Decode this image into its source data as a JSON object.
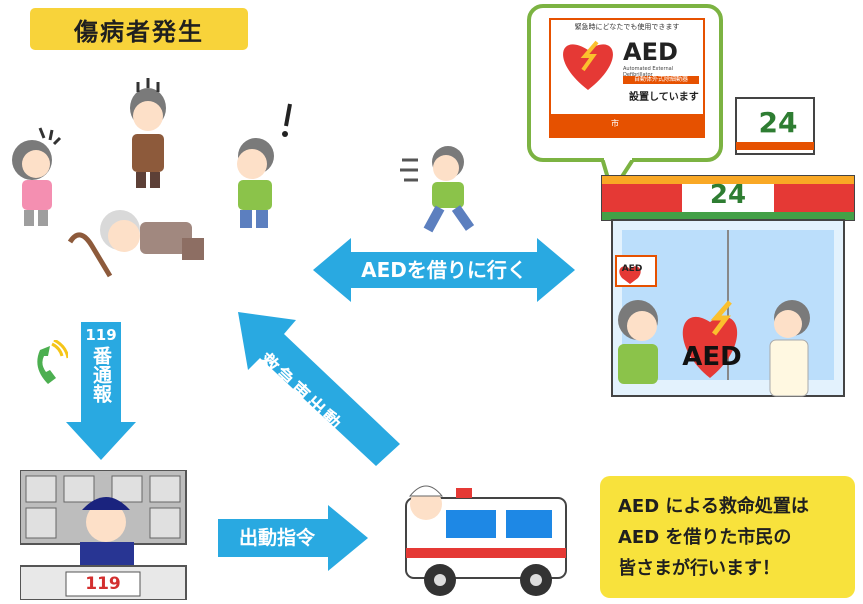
{
  "title": "傷病者発生",
  "arrows": {
    "borrow_aed": "AEDを借りに行く",
    "call_119_number": "119",
    "call_119_text": "番通報",
    "ambulance": "救急車出動",
    "dispatch": "出動指令"
  },
  "sign": {
    "header": "緊急時にどなたでも使用できます",
    "aed": "AED",
    "subtitle": "Automated External Defibrillator",
    "strip": "自動体外式除細動器",
    "installed": "設置しています",
    "city": "市"
  },
  "store": {
    "number": "24",
    "aed_label": "AED"
  },
  "dispatch_desk": "119",
  "note": {
    "line1": "AED による救命処置は",
    "line2": "AED を借りた市民の",
    "line3": "皆さまが行います！"
  },
  "colors": {
    "arrow": "#29a9e1",
    "note_bg": "#f8e23c",
    "title_bg": "#f8d33a",
    "bubble_border": "#7cb342",
    "heart": "#e53935"
  }
}
